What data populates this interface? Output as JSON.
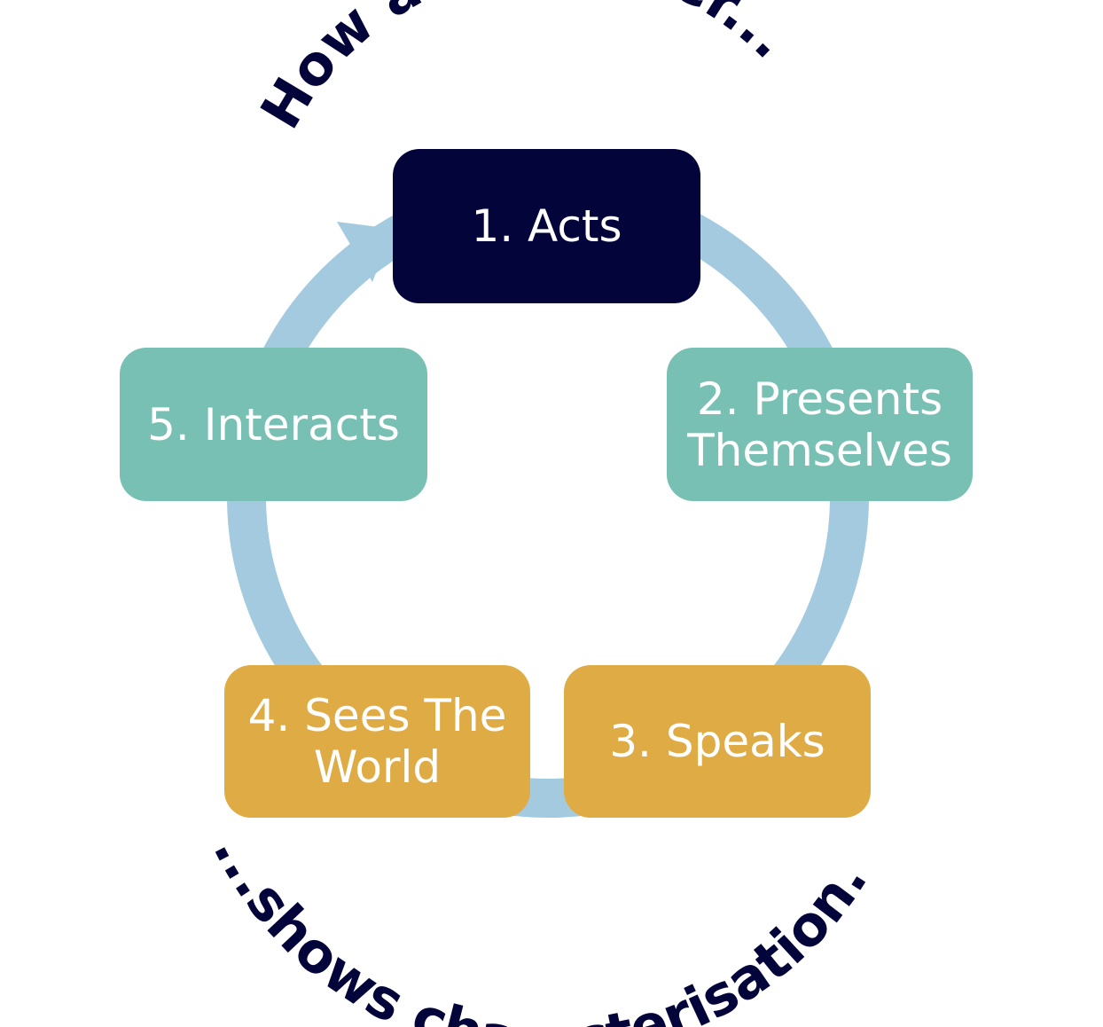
{
  "title_top": "How a character...",
  "title_bottom": "...shows characterisation.",
  "colors": {
    "text_dark": "#03053a",
    "ring": "#a3cadf",
    "step1": "#03053a",
    "step2": "#78c0b3",
    "step3": "#dfab45",
    "step4": "#dfab45",
    "step5": "#78c0b3",
    "box_text": "#ffffff"
  },
  "steps": [
    {
      "label": "1. Acts"
    },
    {
      "label": "2. Presents Themselves"
    },
    {
      "label": "3. Speaks"
    },
    {
      "label": "4. Sees The World"
    },
    {
      "label": "5. Interacts"
    }
  ]
}
